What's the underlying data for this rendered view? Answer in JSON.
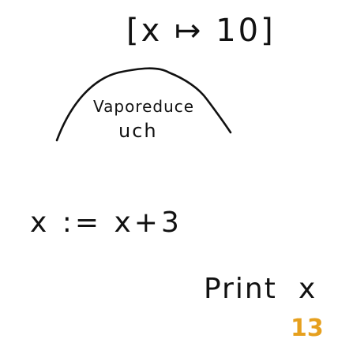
{
  "environment": {
    "text": "[x ↦ 10]"
  },
  "closure": {
    "line1": "Vaporeduce",
    "line2": "uch"
  },
  "assignment": {
    "text": "x := x+3"
  },
  "print": {
    "keyword": "Print",
    "argument": "x"
  },
  "result": {
    "text": "13",
    "color": "#e6a01e"
  }
}
